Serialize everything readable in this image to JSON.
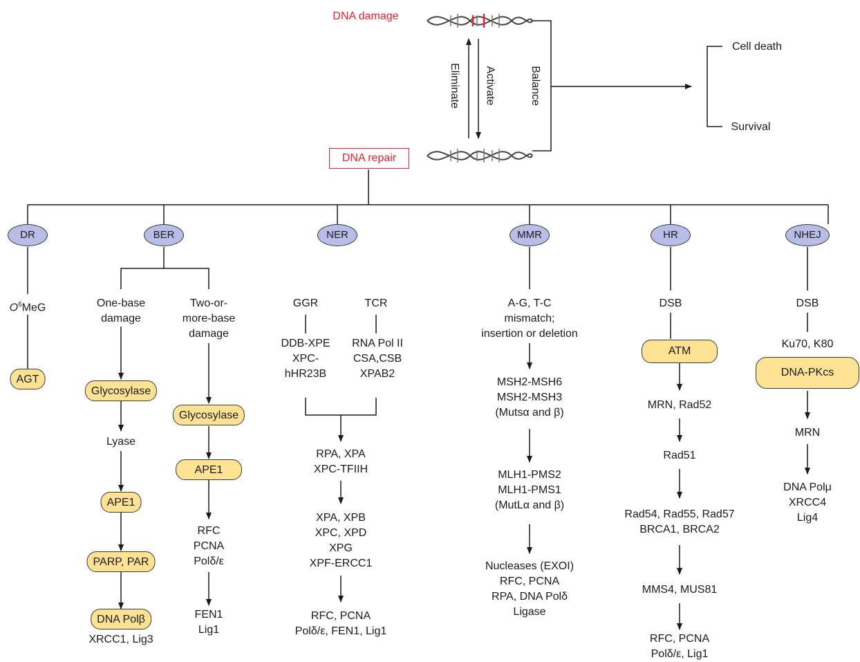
{
  "top": {
    "damage": "DNA damage",
    "repair": "DNA repair",
    "eliminate": "Eliminate",
    "activate": "Activate",
    "balance": "Balance",
    "cell_death": "Cell death",
    "survival": "Survival"
  },
  "pathways": {
    "dr": {
      "name": "DR",
      "substrate_sup": "6",
      "substrate_pre": "O",
      "substrate_post": "MeG",
      "agt": "AGT"
    },
    "ber": {
      "name": "BER",
      "one": [
        "One-base",
        "damage"
      ],
      "two": [
        "Two-or-",
        "more-base",
        "damage"
      ],
      "glyco1": "Glycosylase",
      "lyase": "Lyase",
      "ape1_a": "APE1",
      "parp": "PARP, PAR",
      "polb": "DNA Polβ",
      "xrcc1": "XRCC1, Lig3",
      "glyco2": "Glycosylase",
      "ape1_b": "APE1",
      "rfc": [
        "RFC",
        "PCNA",
        "Polδ/ε"
      ],
      "fen1": [
        "FEN1",
        "Lig1"
      ]
    },
    "ner": {
      "name": "NER",
      "ggr": "GGR",
      "tcr": "TCR",
      "ggr_factors": [
        "DDB-XPE",
        "XPC-",
        "hHR23B"
      ],
      "tcr_factors": [
        "RNA Pol II",
        "CSA,CSB",
        "XPAB2"
      ],
      "step1": [
        "RPA, XPA",
        "XPC-TFIIH"
      ],
      "step2": [
        "XPA, XPB",
        "XPC, XPD",
        "XPG",
        "XPF-ERCC1"
      ],
      "step3": [
        "RFC, PCNA",
        "Polδ/ε, FEN1, Lig1"
      ]
    },
    "mmr": {
      "name": "MMR",
      "substrate": [
        "A-G, T-C",
        "mismatch;",
        "insertion or deletion"
      ],
      "step1": [
        "MSH2-MSH6",
        "MSH2-MSH3",
        "(Mutsα and β)"
      ],
      "step2": [
        "MLH1-PMS2",
        "MLH1-PMS1",
        "(MutLα and β)"
      ],
      "step3": [
        "Nucleases (EXOI)",
        "RFC, PCNA",
        "RPA, DNA Polδ",
        "Ligase"
      ]
    },
    "hr": {
      "name": "HR",
      "dsb": "DSB",
      "atm": "ATM",
      "mrn": "MRN, Rad52",
      "rad51": "Rad51",
      "rad54": [
        "Rad54, Rad55, Rad57",
        "BRCA1, BRCA2"
      ],
      "mms4": "MMS4, MUS81",
      "final": [
        "RFC, PCNA",
        "Polδ/ε, Lig1"
      ]
    },
    "nhej": {
      "name": "NHEJ",
      "dsb": "DSB",
      "ku": "Ku70, K80",
      "dnapk": "DNA-PKcs",
      "mrn": "MRN",
      "final": [
        "DNA Polμ",
        "XRCC4",
        "Lig4"
      ]
    }
  },
  "colors": {
    "oval_fill": "#b7bde6",
    "pill_fill": "#fce292",
    "accent_red": "#e8212e",
    "line": "#1a1a1a"
  }
}
